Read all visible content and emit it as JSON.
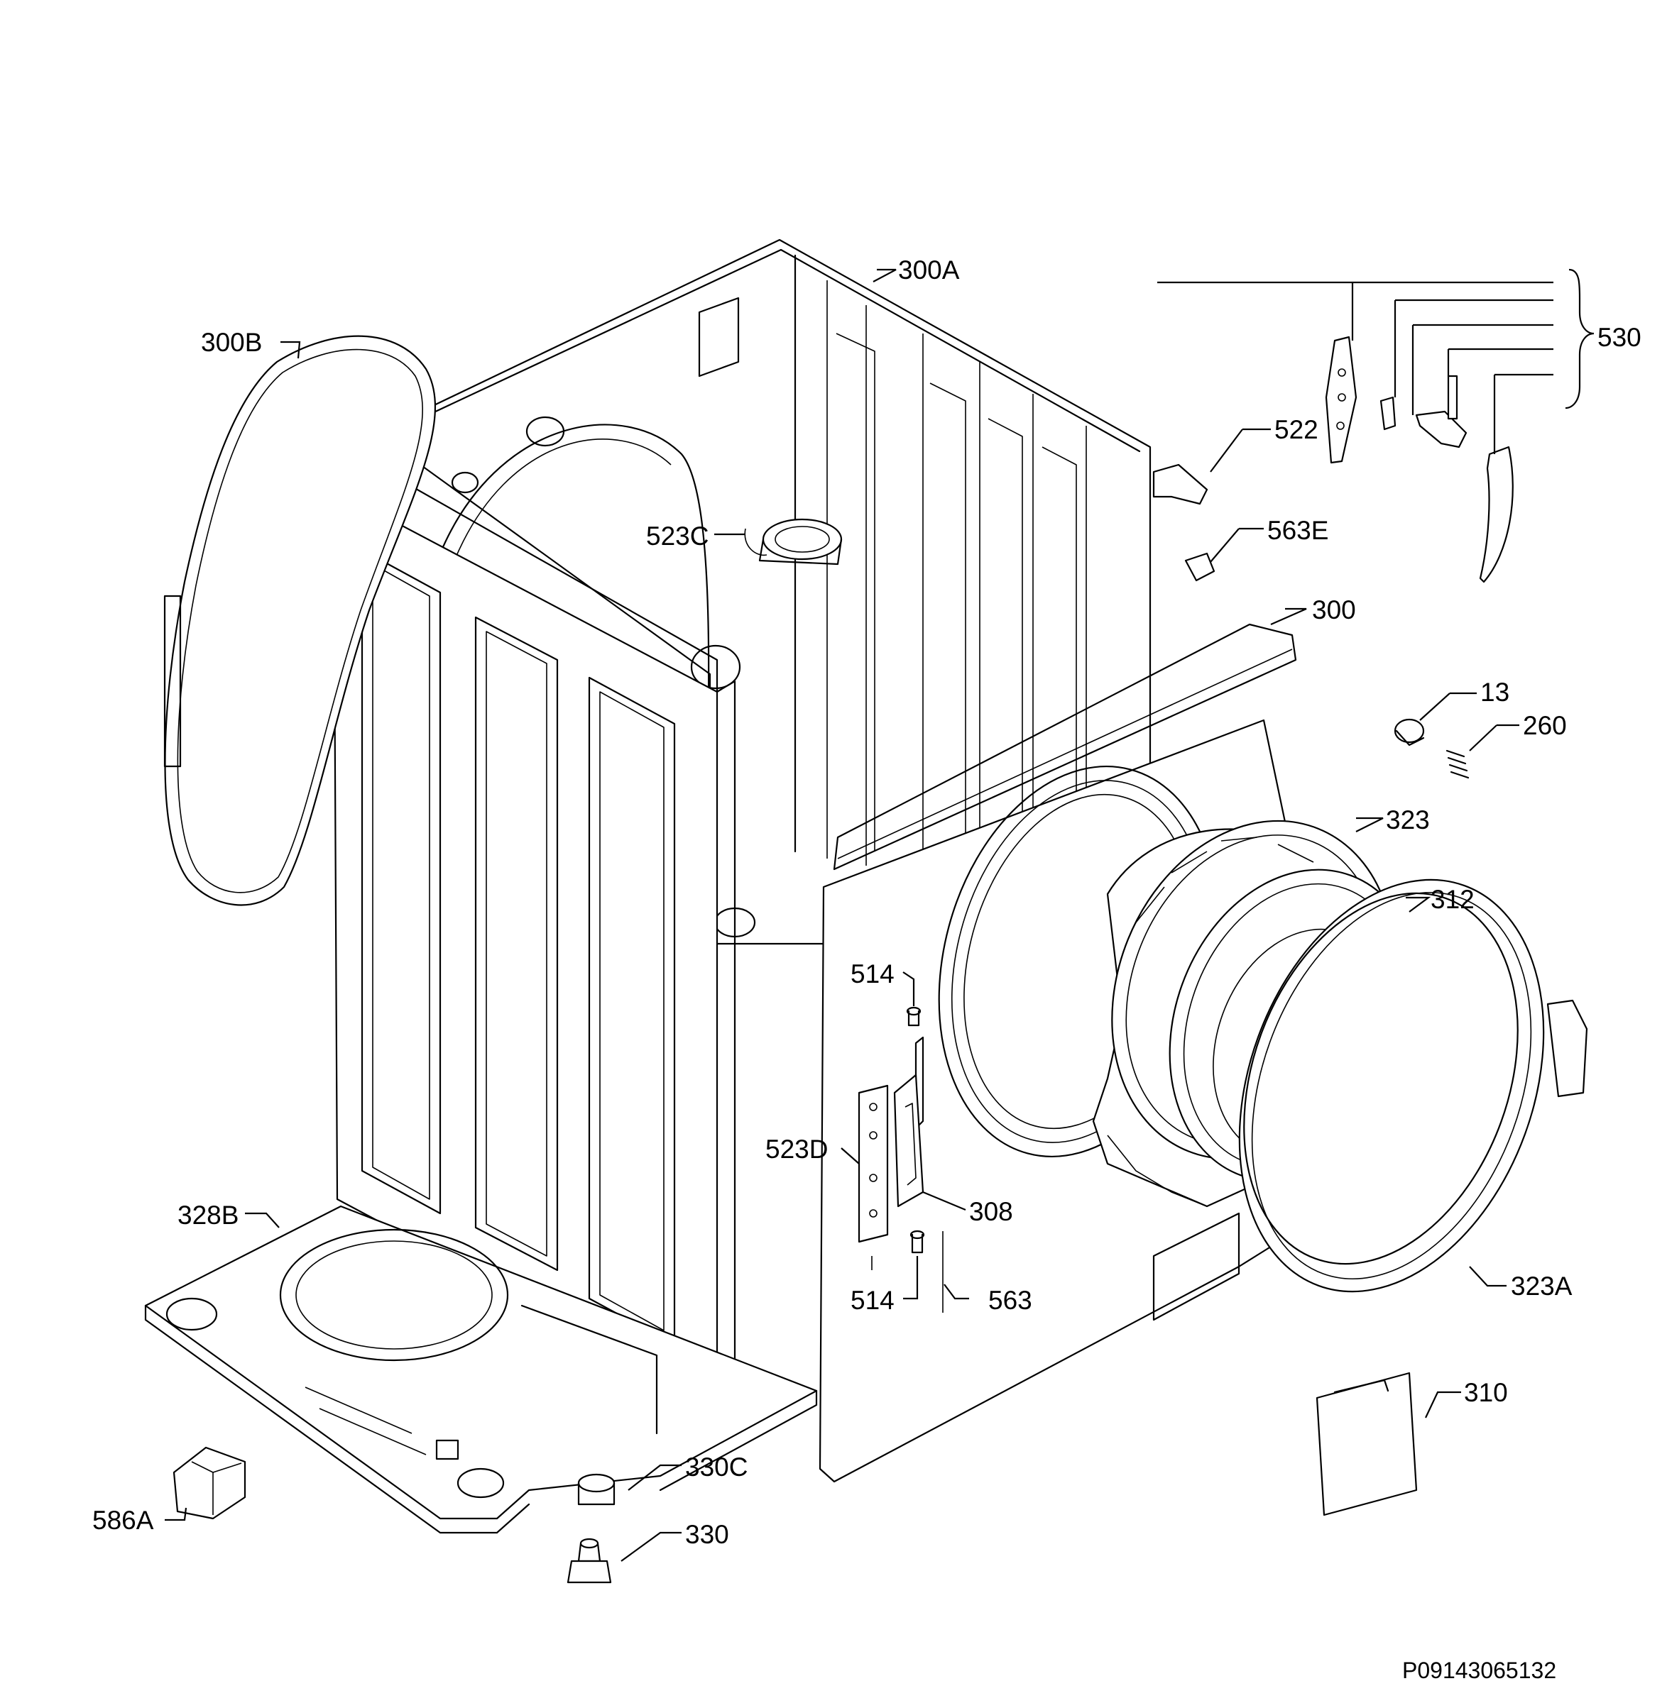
{
  "diagram": {
    "callouts": {
      "c300A": "300A",
      "c300B": "300B",
      "c530": "530",
      "c522": "522",
      "c563E": "563E",
      "c523C": "523C",
      "c300": "300",
      "c13": "13",
      "c260": "260",
      "c323": "323",
      "c312": "312",
      "c514a": "514",
      "c523D": "523D",
      "c308": "308",
      "c514b": "514",
      "c563": "563",
      "c323A": "323A",
      "c328B": "328B",
      "c310": "310",
      "c330C": "330C",
      "c330": "330",
      "c586A": "586A"
    },
    "drawing_code": "P09143065132"
  }
}
